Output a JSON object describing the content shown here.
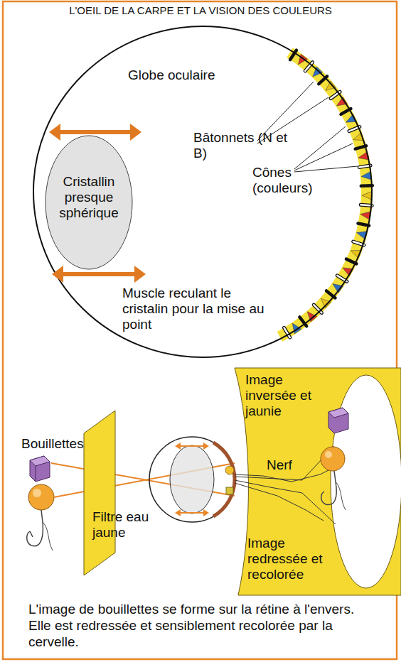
{
  "diagram": {
    "title": "L'OEIL DE LA CARPE ET LA VISION DES COULEURS",
    "caption": "L'image de bouillettes se forme sur la rétine à l'envers. Elle est redressée et sensiblement recolorée par la cervelle.",
    "nodes": [
      {
        "text": [
          "Globe oculaire",
          "Muscle reculant le cristalin pour la mise au point"
        ]
      },
      {
        "text": [
          "Cristallin presque sphérique"
        ],
        "in": 0
      },
      {
        "text": [
          "Filtre eau jaune"
        ]
      },
      {
        "text": [
          "Image inversée et jaunie",
          "Image redressée et recolorée"
        ]
      }
    ],
    "labels": [
      "Bâtonnets (N et B)",
      "Cônes (couleurs)",
      "Bouillettes",
      "Nerf"
    ]
  }
}
